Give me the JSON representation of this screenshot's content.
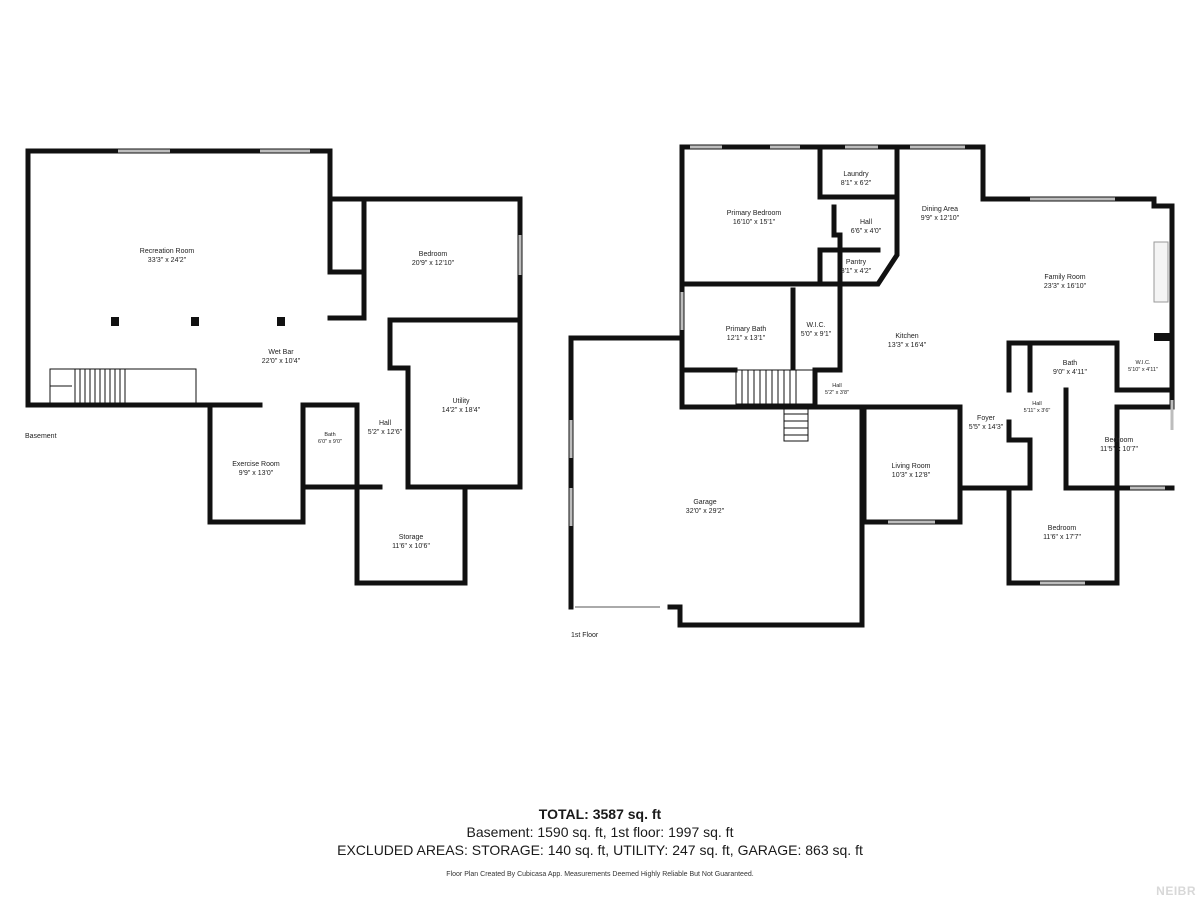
{
  "floors": [
    {
      "label": "Basement",
      "rooms": [
        {
          "name": "Recreation Room",
          "dims": "33'3\" x 24'2\""
        },
        {
          "name": "Bedroom",
          "dims": "20'9\" x 12'10\""
        },
        {
          "name": "Wet Bar",
          "dims": "22'0\" x 10'4\""
        },
        {
          "name": "Utility",
          "dims": "14'2\" x 18'4\""
        },
        {
          "name": "Hall",
          "dims": "5'2\" x 12'6\""
        },
        {
          "name": "Bath",
          "dims": "6'0\" x 9'0\""
        },
        {
          "name": "Exercise Room",
          "dims": "9'9\" x 13'0\""
        },
        {
          "name": "Storage",
          "dims": "11'6\" x 10'6\""
        }
      ]
    },
    {
      "label": "1st Floor",
      "rooms": [
        {
          "name": "Primary Bedroom",
          "dims": "16'10\" x 15'1\""
        },
        {
          "name": "Laundry",
          "dims": "8'1\" x 6'2\""
        },
        {
          "name": "Hall",
          "dims": "6'6\" x 4'0\""
        },
        {
          "name": "Pantry",
          "dims": "8'1\" x 4'2\""
        },
        {
          "name": "Dining Area",
          "dims": "9'9\" x 12'10\""
        },
        {
          "name": "Family Room",
          "dims": "23'3\" x 16'10\""
        },
        {
          "name": "Primary Bath",
          "dims": "12'1\" x 13'1\""
        },
        {
          "name": "W.I.C.",
          "dims": "5'0\" x 9'1\""
        },
        {
          "name": "Kitchen",
          "dims": "13'3\" x 16'4\""
        },
        {
          "name": "Hall",
          "dims": "5'2\" x 3'8\""
        },
        {
          "name": "Bath",
          "dims": "9'0\" x 4'11\""
        },
        {
          "name": "W.I.C.",
          "dims": "5'10\" x 4'11\""
        },
        {
          "name": "Hall",
          "dims": "5'11\" x 3'6\""
        },
        {
          "name": "Foyer",
          "dims": "5'5\" x 14'3\""
        },
        {
          "name": "Bedroom",
          "dims": "11'5\" x 10'7\""
        },
        {
          "name": "Garage",
          "dims": "32'0\" x 29'2\""
        },
        {
          "name": "Living Room",
          "dims": "10'3\" x 12'8\""
        },
        {
          "name": "Bedroom",
          "dims": "11'6\" x 17'7\""
        }
      ]
    }
  ],
  "summary": {
    "total": "TOTAL: 3587 sq. ft",
    "areas": "Basement: 1590 sq. ft, 1st floor: 1997 sq. ft",
    "excluded": "EXCLUDED AREAS: STORAGE: 140 sq. ft, UTILITY: 247 sq. ft, GARAGE: 863 sq. ft",
    "disclaimer": "Floor Plan Created By Cubicasa App. Measurements Deemed Highly Reliable But Not Guaranteed."
  },
  "watermark": "NEIBR"
}
